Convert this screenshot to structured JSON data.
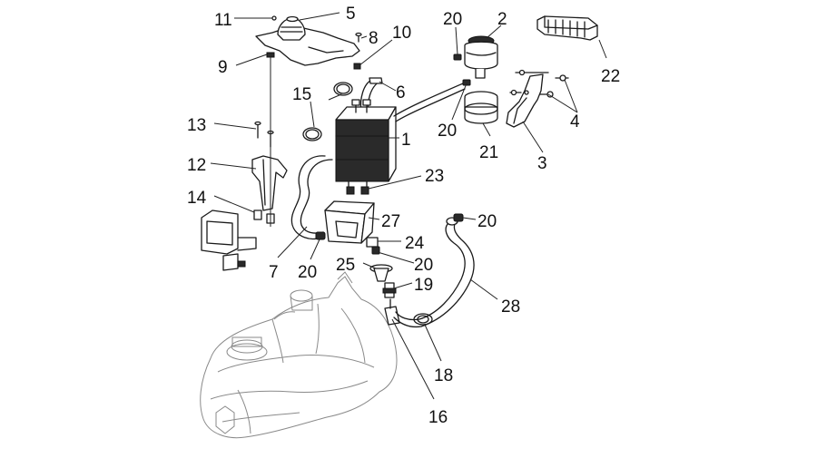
{
  "diagram": {
    "callouts": [
      {
        "id": "c11",
        "text": "11"
      },
      {
        "id": "c5",
        "text": "5"
      },
      {
        "id": "c8",
        "text": "8"
      },
      {
        "id": "c10",
        "text": "10"
      },
      {
        "id": "c9",
        "text": "9"
      },
      {
        "id": "c20a",
        "text": "20"
      },
      {
        "id": "c2",
        "text": "2"
      },
      {
        "id": "c22",
        "text": "22"
      },
      {
        "id": "c15",
        "text": "15"
      },
      {
        "id": "c6",
        "text": "6"
      },
      {
        "id": "c4",
        "text": "4"
      },
      {
        "id": "c13",
        "text": "13"
      },
      {
        "id": "c1",
        "text": "1"
      },
      {
        "id": "c20b",
        "text": "20"
      },
      {
        "id": "c21",
        "text": "21"
      },
      {
        "id": "c3",
        "text": "3"
      },
      {
        "id": "c12",
        "text": "12"
      },
      {
        "id": "c23",
        "text": "23"
      },
      {
        "id": "c14",
        "text": "14"
      },
      {
        "id": "c27",
        "text": "27"
      },
      {
        "id": "c20c",
        "text": "20"
      },
      {
        "id": "c24",
        "text": "24"
      },
      {
        "id": "c7",
        "text": "7"
      },
      {
        "id": "c20d",
        "text": "20"
      },
      {
        "id": "c25",
        "text": "25"
      },
      {
        "id": "c20e",
        "text": "20"
      },
      {
        "id": "c19",
        "text": "19"
      },
      {
        "id": "c28",
        "text": "28"
      },
      {
        "id": "c18",
        "text": "18"
      },
      {
        "id": "c16",
        "text": "16"
      }
    ]
  }
}
